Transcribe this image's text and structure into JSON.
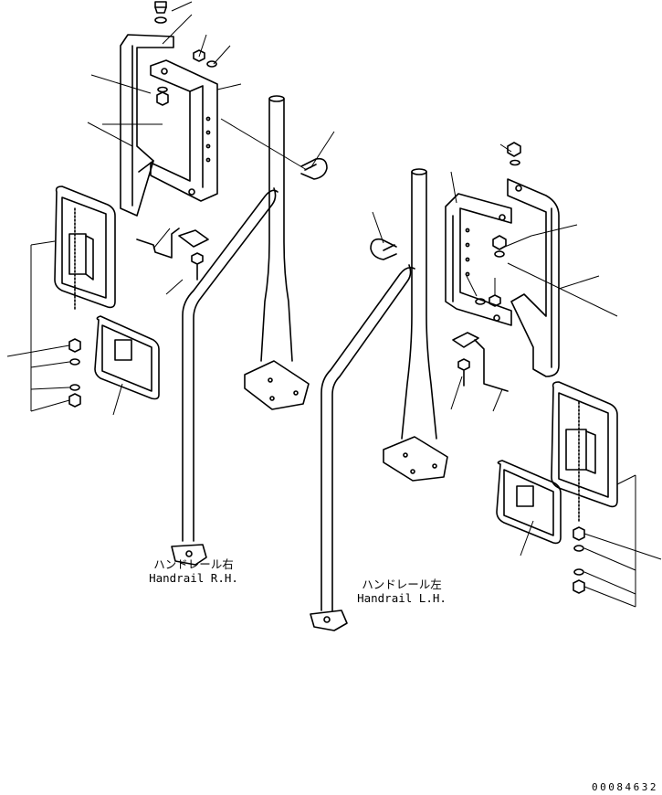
{
  "labels": {
    "handrail_rh": {
      "jp": "ハンドレール右",
      "en": "Handrail R.H."
    },
    "handrail_lh": {
      "jp": "ハンドレール左",
      "en": "Handrail L.H."
    }
  },
  "drawing_number": "00084632"
}
